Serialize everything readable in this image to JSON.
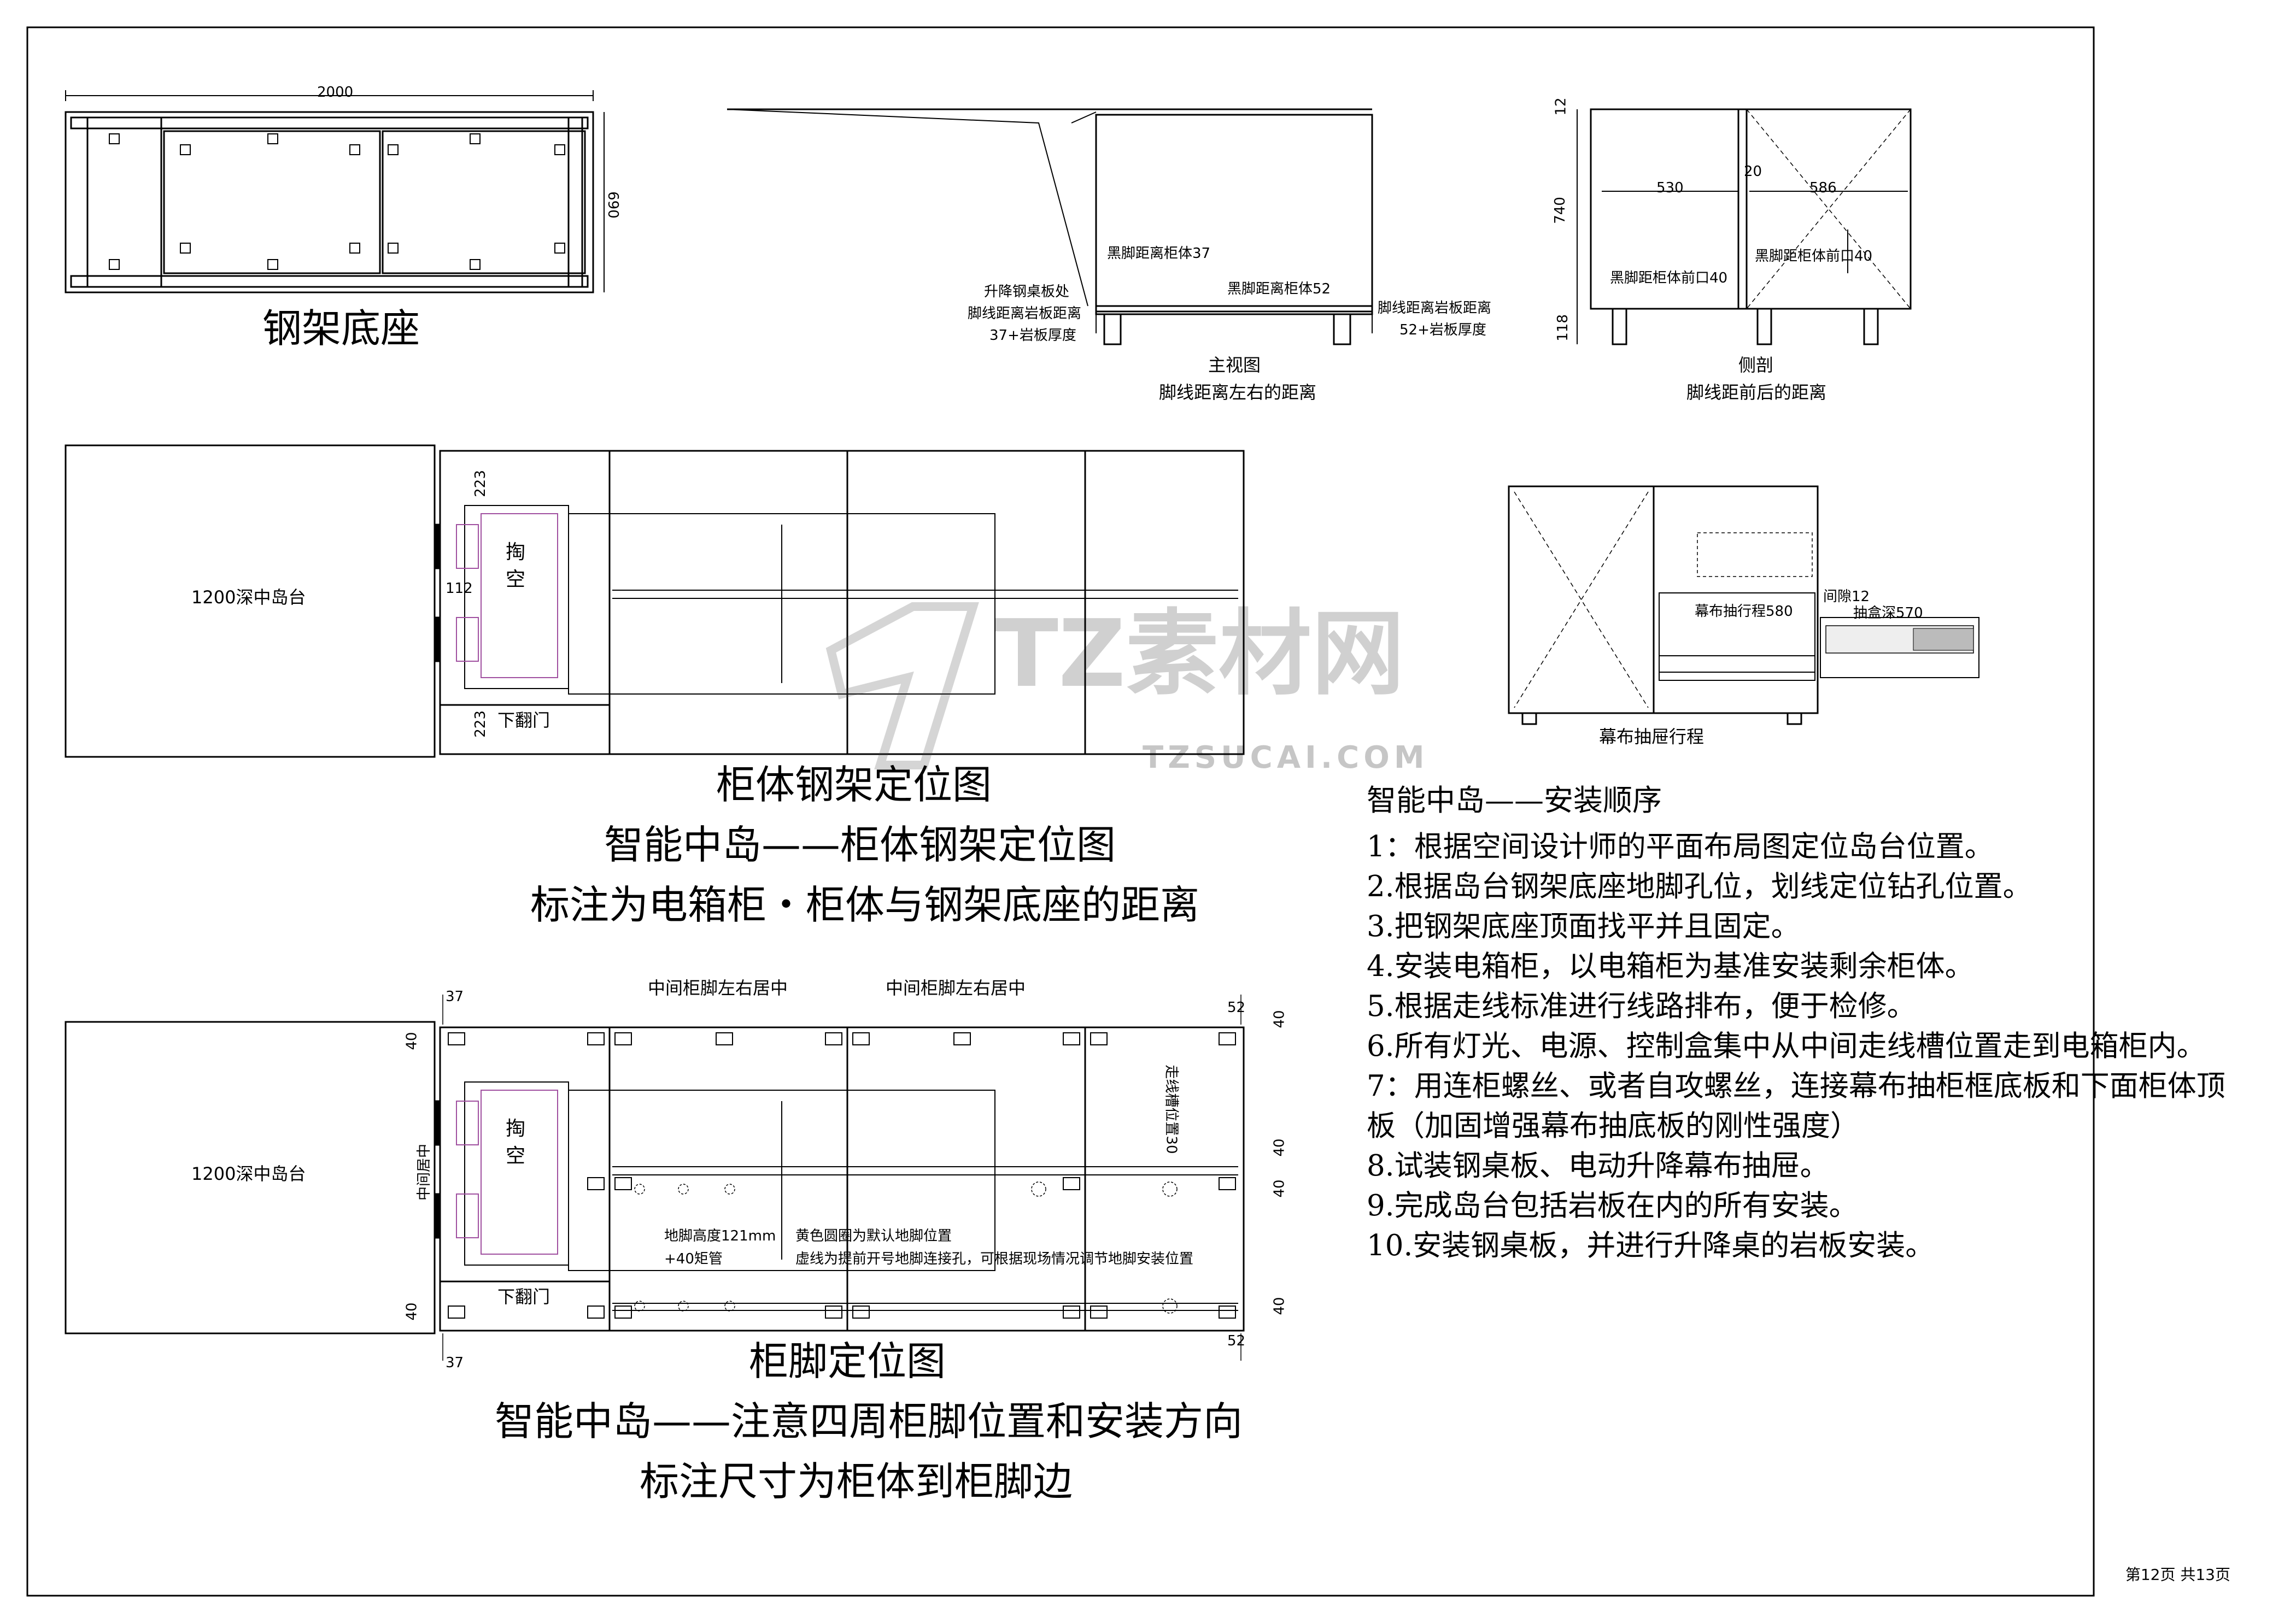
{
  "steel_base": {
    "title": "钢架底座",
    "dim_width": "2000",
    "dim_height": "690"
  },
  "front_view": {
    "title_1": "主视图",
    "title_2": "脚线距离左右的距离",
    "note_left_leg": "黑脚距离柜体37",
    "note_right_leg": "黑脚距离柜体52",
    "note_lift_1": "升降钢桌板处",
    "note_lift_2": "脚线距离岩板距离",
    "note_lift_3": "37+岩板厚度",
    "note_skirt_1": "脚线距离岩板距离",
    "note_skirt_2": "52+岩板厚度"
  },
  "side_section": {
    "title_1": "侧剖",
    "title_2": "脚线距前后的距离",
    "dim_top": "12",
    "dim_body": "740",
    "dim_leg": "118",
    "dim_left": "530",
    "dim_mid": "20",
    "dim_right": "586",
    "note_front_left": "黑脚距柜体前口40",
    "note_front_right": "黑脚距柜体前口40"
  },
  "curtain_drawer": {
    "title": "幕布抽屉行程",
    "travel": "幕布抽行程580",
    "gap": "间隙12",
    "depth": "抽盒深570"
  },
  "cabinet_frame_plan": {
    "island": "1200深中岛台",
    "hollow_1": "掏",
    "hollow_2": "空",
    "flip_door": "下翻门",
    "dim_a": "223",
    "dim_b": "112",
    "dim_c": "223",
    "caption_1": "柜体钢架定位图",
    "caption_2": "智能中岛——柜体钢架定位图",
    "caption_3": "标注为电箱柜・柜体与钢架底座的距离"
  },
  "leg_plan": {
    "island": "1200深中岛台",
    "hollow_1": "掏",
    "hollow_2": "空",
    "flip_door": "下翻门",
    "center_note_1": "中间柜脚左右居中",
    "center_note_2": "中间柜脚左右居中",
    "center_vertical": "中间居中",
    "channel": "走线槽位置30",
    "leg_height_1": "地脚高度121mm",
    "leg_height_2": "+40矩管",
    "yellow_note": "黄色圆圈为默认地脚位置",
    "dash_note": "虚线为提前开号地脚连接孔，可根据现场情况调节地脚安装位置",
    "dim_37_top": "37",
    "dim_37_bot": "37",
    "dim_52_top": "52",
    "dim_52_bot": "52",
    "dim_40_a": "40",
    "dim_40_b": "40",
    "dim_40_c": "40",
    "dim_40_d": "40",
    "dim_40_e": "40",
    "dim_40_f": "40",
    "caption_1": "柜脚定位图",
    "caption_2": "智能中岛——注意四周柜脚位置和安装方向",
    "caption_3": "标注尺寸为柜体到柜脚边"
  },
  "install_steps": {
    "heading": "智能中岛——安装顺序",
    "items": [
      "1：根据空间设计师的平面布局图定位岛台位置。",
      "2.根据岛台钢架底座地脚孔位，划线定位钻孔位置。",
      "3.把钢架底座顶面找平并且固定。",
      "4.安装电箱柜，以电箱柜为基准安装剩余柜体。",
      "5.根据走线标准进行线路排布，便于检修。",
      "6.所有灯光、电源、控制盒集中从中间走线槽位置走到电箱柜内。",
      "7：用连柜螺丝、或者自攻螺丝，连接幕布抽柜框底板和下面柜体顶板（加固增强幕布抽底板的刚性强度）",
      "8.试装钢桌板、电动升降幕布抽屉。",
      "9.完成岛台包括岩板在内的所有安装。",
      "10.安装钢桌板，并进行升降桌的岩板安装。"
    ]
  },
  "watermark": {
    "brand": "TZ素材网",
    "url": "TZSUCAI.COM"
  },
  "page_number": "第12页 共13页"
}
